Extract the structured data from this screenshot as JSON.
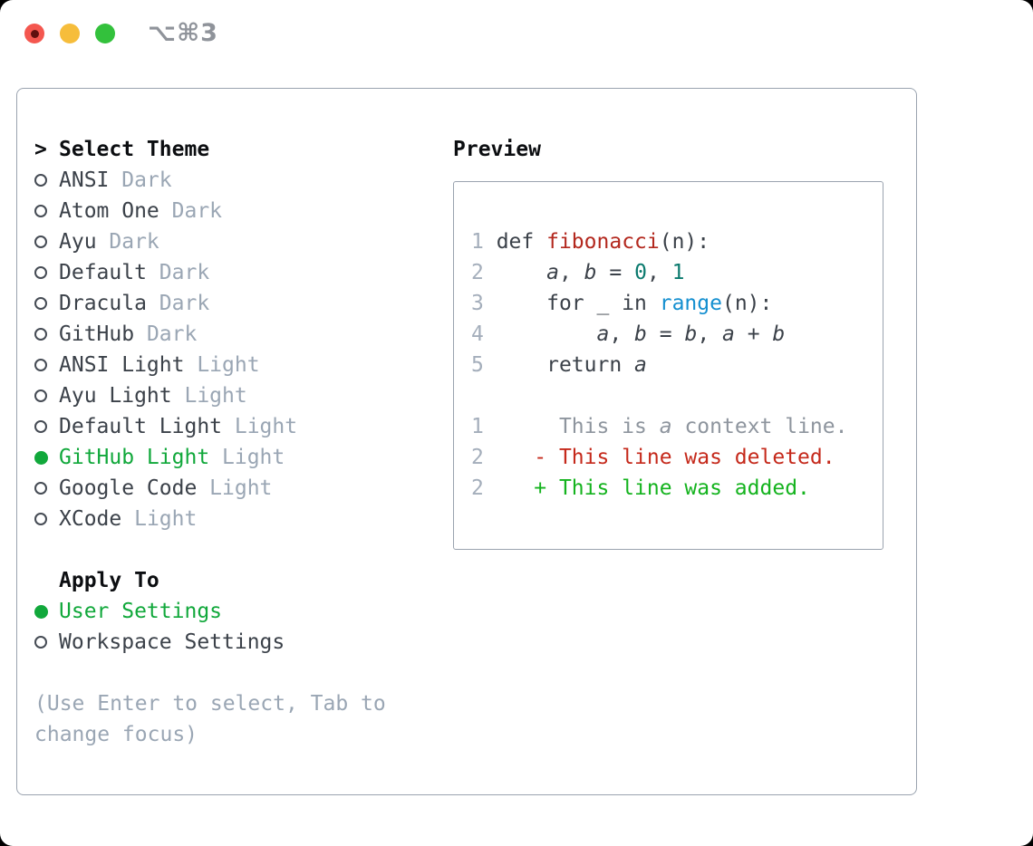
{
  "window": {
    "title": "⌥⌘3"
  },
  "theme_panel": {
    "cursor": ">",
    "header": "Select Theme",
    "items": [
      {
        "name": "ANSI",
        "variant": "Dark",
        "selected": false
      },
      {
        "name": "Atom One",
        "variant": "Dark",
        "selected": false
      },
      {
        "name": "Ayu",
        "variant": "Dark",
        "selected": false
      },
      {
        "name": "Default",
        "variant": "Dark",
        "selected": false
      },
      {
        "name": "Dracula",
        "variant": "Dark",
        "selected": false
      },
      {
        "name": "GitHub",
        "variant": "Dark",
        "selected": false
      },
      {
        "name": "ANSI Light",
        "variant": "Light",
        "selected": false
      },
      {
        "name": "Ayu Light",
        "variant": "Light",
        "selected": false
      },
      {
        "name": "Default Light",
        "variant": "Light",
        "selected": false
      },
      {
        "name": "GitHub Light",
        "variant": "Light",
        "selected": true
      },
      {
        "name": "Google Code",
        "variant": "Light",
        "selected": false
      },
      {
        "name": "XCode",
        "variant": "Light",
        "selected": false
      }
    ],
    "apply_header": "Apply To",
    "apply_items": [
      {
        "name": "User Settings",
        "selected": true
      },
      {
        "name": "Workspace Settings",
        "selected": false
      }
    ],
    "help_lines": [
      "(Use Enter to select, Tab to",
      "change focus)"
    ]
  },
  "preview": {
    "header": "Preview",
    "lines": [
      {
        "num": "1",
        "segments": [
          {
            "t": " def ",
            "c": "code"
          },
          {
            "t": "fibonacci",
            "c": "func"
          },
          {
            "t": "(n):",
            "c": "code"
          }
        ]
      },
      {
        "num": "2",
        "segments": [
          {
            "t": "     ",
            "c": "code"
          },
          {
            "t": "a",
            "c": "var"
          },
          {
            "t": ", ",
            "c": "code"
          },
          {
            "t": "b",
            "c": "var"
          },
          {
            "t": " = ",
            "c": "code"
          },
          {
            "t": "0",
            "c": "num"
          },
          {
            "t": ", ",
            "c": "code"
          },
          {
            "t": "1",
            "c": "num"
          }
        ]
      },
      {
        "num": "3",
        "segments": [
          {
            "t": "     for _ in ",
            "c": "code"
          },
          {
            "t": "range",
            "c": "call"
          },
          {
            "t": "(n):",
            "c": "code"
          }
        ]
      },
      {
        "num": "4",
        "segments": [
          {
            "t": "         ",
            "c": "code"
          },
          {
            "t": "a",
            "c": "var"
          },
          {
            "t": ", ",
            "c": "code"
          },
          {
            "t": "b",
            "c": "var"
          },
          {
            "t": " = ",
            "c": "code"
          },
          {
            "t": "b",
            "c": "var"
          },
          {
            "t": ", ",
            "c": "code"
          },
          {
            "t": "a",
            "c": "var"
          },
          {
            "t": " + ",
            "c": "code"
          },
          {
            "t": "b",
            "c": "var"
          }
        ]
      },
      {
        "num": "5",
        "segments": [
          {
            "t": "     return ",
            "c": "code"
          },
          {
            "t": "a",
            "c": "var"
          }
        ]
      },
      {
        "num": "",
        "segments": []
      },
      {
        "num": "1",
        "segments": [
          {
            "t": "      This is ",
            "c": "ctx"
          },
          {
            "t": "a",
            "c": "ctxi"
          },
          {
            "t": " context line.",
            "c": "ctx"
          }
        ]
      },
      {
        "num": "2",
        "segments": [
          {
            "t": "    - This line was deleted.",
            "c": "del"
          }
        ]
      },
      {
        "num": "2",
        "segments": [
          {
            "t": "    + This line was added.",
            "c": "add"
          }
        ]
      }
    ]
  },
  "colors": {
    "red_button": "#f4574f",
    "red_button_dot": "#5f100e",
    "yellow_button": "#f6bd3b",
    "green_button": "#33c13c",
    "title_gray": "#8f939a",
    "border_gray": "#9aa3af",
    "header_text": "#0c0e11",
    "item_text": "#3b4149",
    "muted_gray": "#9aa6b4",
    "line_number": "#a4aebb",
    "context_gray": "#8e959e",
    "func_red": "#b3281e",
    "deleted_red": "#c5291b",
    "added_green": "#14b31e",
    "selected_green": "#11a83b",
    "number_teal": "#0b7a6e",
    "call_blue": "#148fd0",
    "window_bg": "#ffffff",
    "page_bg": "#000000"
  }
}
